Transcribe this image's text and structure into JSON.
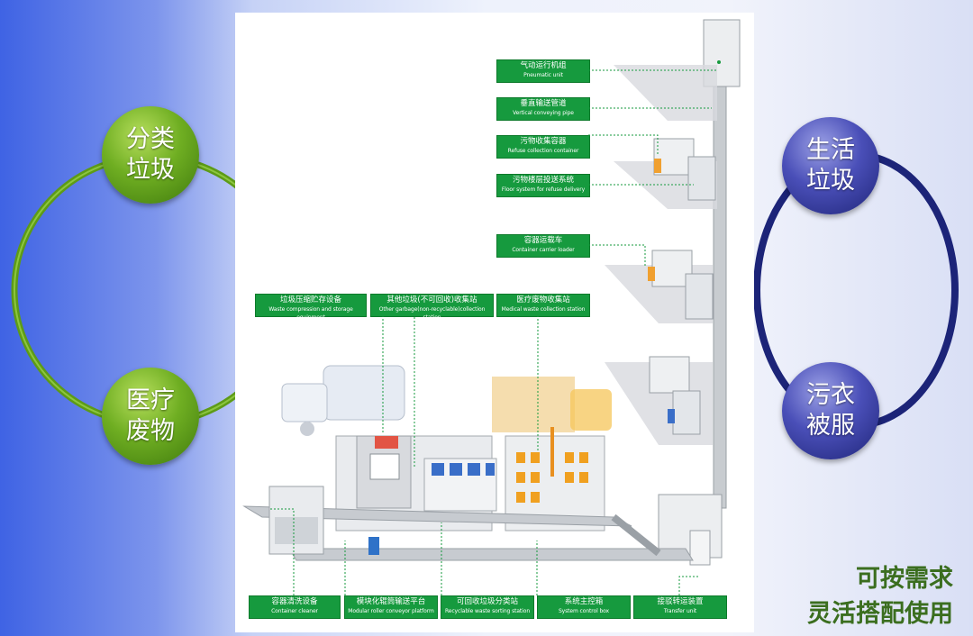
{
  "left_ring": {
    "top_bubble": {
      "line1": "分类",
      "line2": "垃圾"
    },
    "bottom_bubble": {
      "line1": "医疗",
      "line2": "废物"
    }
  },
  "right_ring": {
    "top_bubble": {
      "line1": "生活",
      "line2": "垃圾"
    },
    "bottom_bubble": {
      "line1": "污衣",
      "line2": "被服"
    }
  },
  "labels": {
    "pneumatic": {
      "cn": "气动运行机组",
      "en": "Pneumatic unit"
    },
    "vertical_pipe": {
      "cn": "垂直输送管道",
      "en": "Vertical conveying pipe"
    },
    "refuse_container": {
      "cn": "污物收集容器",
      "en": "Refuse collection container"
    },
    "floor_system": {
      "cn": "污物楼层投送系统",
      "en": "Floor system for refuse delivery"
    },
    "carrier_loader": {
      "cn": "容器运载车",
      "en": "Container carrier loader"
    },
    "compression": {
      "cn": "垃圾压缩贮存设备",
      "en": "Waste compression and storage equipment"
    },
    "other_garbage": {
      "cn": "其他垃圾(不可回收)收集站",
      "en": "Other garbage(non-recyclable)collection station"
    },
    "medical": {
      "cn": "医疗废物收集站",
      "en": "Medical waste collection station"
    },
    "cleaner": {
      "cn": "容器清洗设备",
      "en": "Container cleaner"
    },
    "roller": {
      "cn": "模块化辊筒输送平台",
      "en": "Modular roller conveyor platform"
    },
    "recyclable": {
      "cn": "可回收垃圾分类站",
      "en": "Recyclable waste sorting station"
    },
    "control_box": {
      "cn": "系统主控箱",
      "en": "System control box"
    },
    "transfer": {
      "cn": "接驳转运装置",
      "en": "Transfer unit"
    }
  },
  "tagline": {
    "line1": "可按需求",
    "line2": "灵活搭配使用"
  },
  "colors": {
    "label_green": "#169a3e",
    "ring_green": "#5d9b17",
    "ring_navy": "#1c2478",
    "tagline": "#3b6e1f"
  }
}
